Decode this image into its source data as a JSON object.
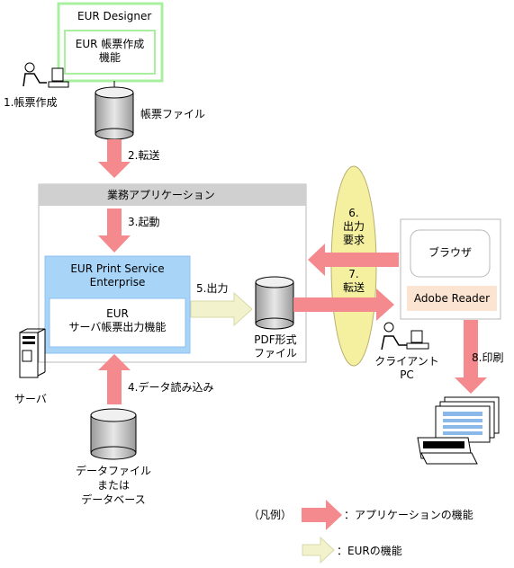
{
  "designer": {
    "title": "EUR Designer",
    "inner_line1": "EUR 帳票作成",
    "inner_line2": "機能"
  },
  "step1": "1.帳票作成",
  "form_file": "帳票ファイル",
  "step2": "2.転送",
  "app_box": {
    "title": "業務アプリケーション"
  },
  "step3": "3.起動",
  "eps": {
    "title_line1": "EUR Print Service",
    "title_line2": "Enterprise",
    "inner_line1": "EUR",
    "inner_line2": "サーバ帳票出力機能"
  },
  "step5": "5.出力",
  "pdf_file": {
    "line1": "PDF形式",
    "line2": "ファイル"
  },
  "request": {
    "step6_num": "6.",
    "step6_line1": "出力",
    "step6_line2": "要求",
    "step7_num": "7.",
    "step7_line1": "転送"
  },
  "client": {
    "browser": "ブラウザ",
    "reader": "Adobe Reader",
    "label_line1": "クライアント",
    "label_line2": "PC"
  },
  "server_label": "サーバ",
  "step4": "4.データ読み込み",
  "step8": "8.印刷",
  "data_file": {
    "line1": "データファイル",
    "line2": "または",
    "line3": "データベース"
  },
  "legend": {
    "prefix": "（凡例）",
    "app_function": "：アプリケーションの機能",
    "eur_function": "：EURの機能"
  },
  "colors": {
    "pink_arrow": "#f48a8e",
    "cream_arrow": "#f2f2cc",
    "designer_border": "#a8f0a0",
    "eps_fill": "#a8d4f8",
    "reader_fill": "#fbe4d2",
    "ellipse_fill": "#f4f0a0",
    "app_header": "#d0d0d0"
  }
}
